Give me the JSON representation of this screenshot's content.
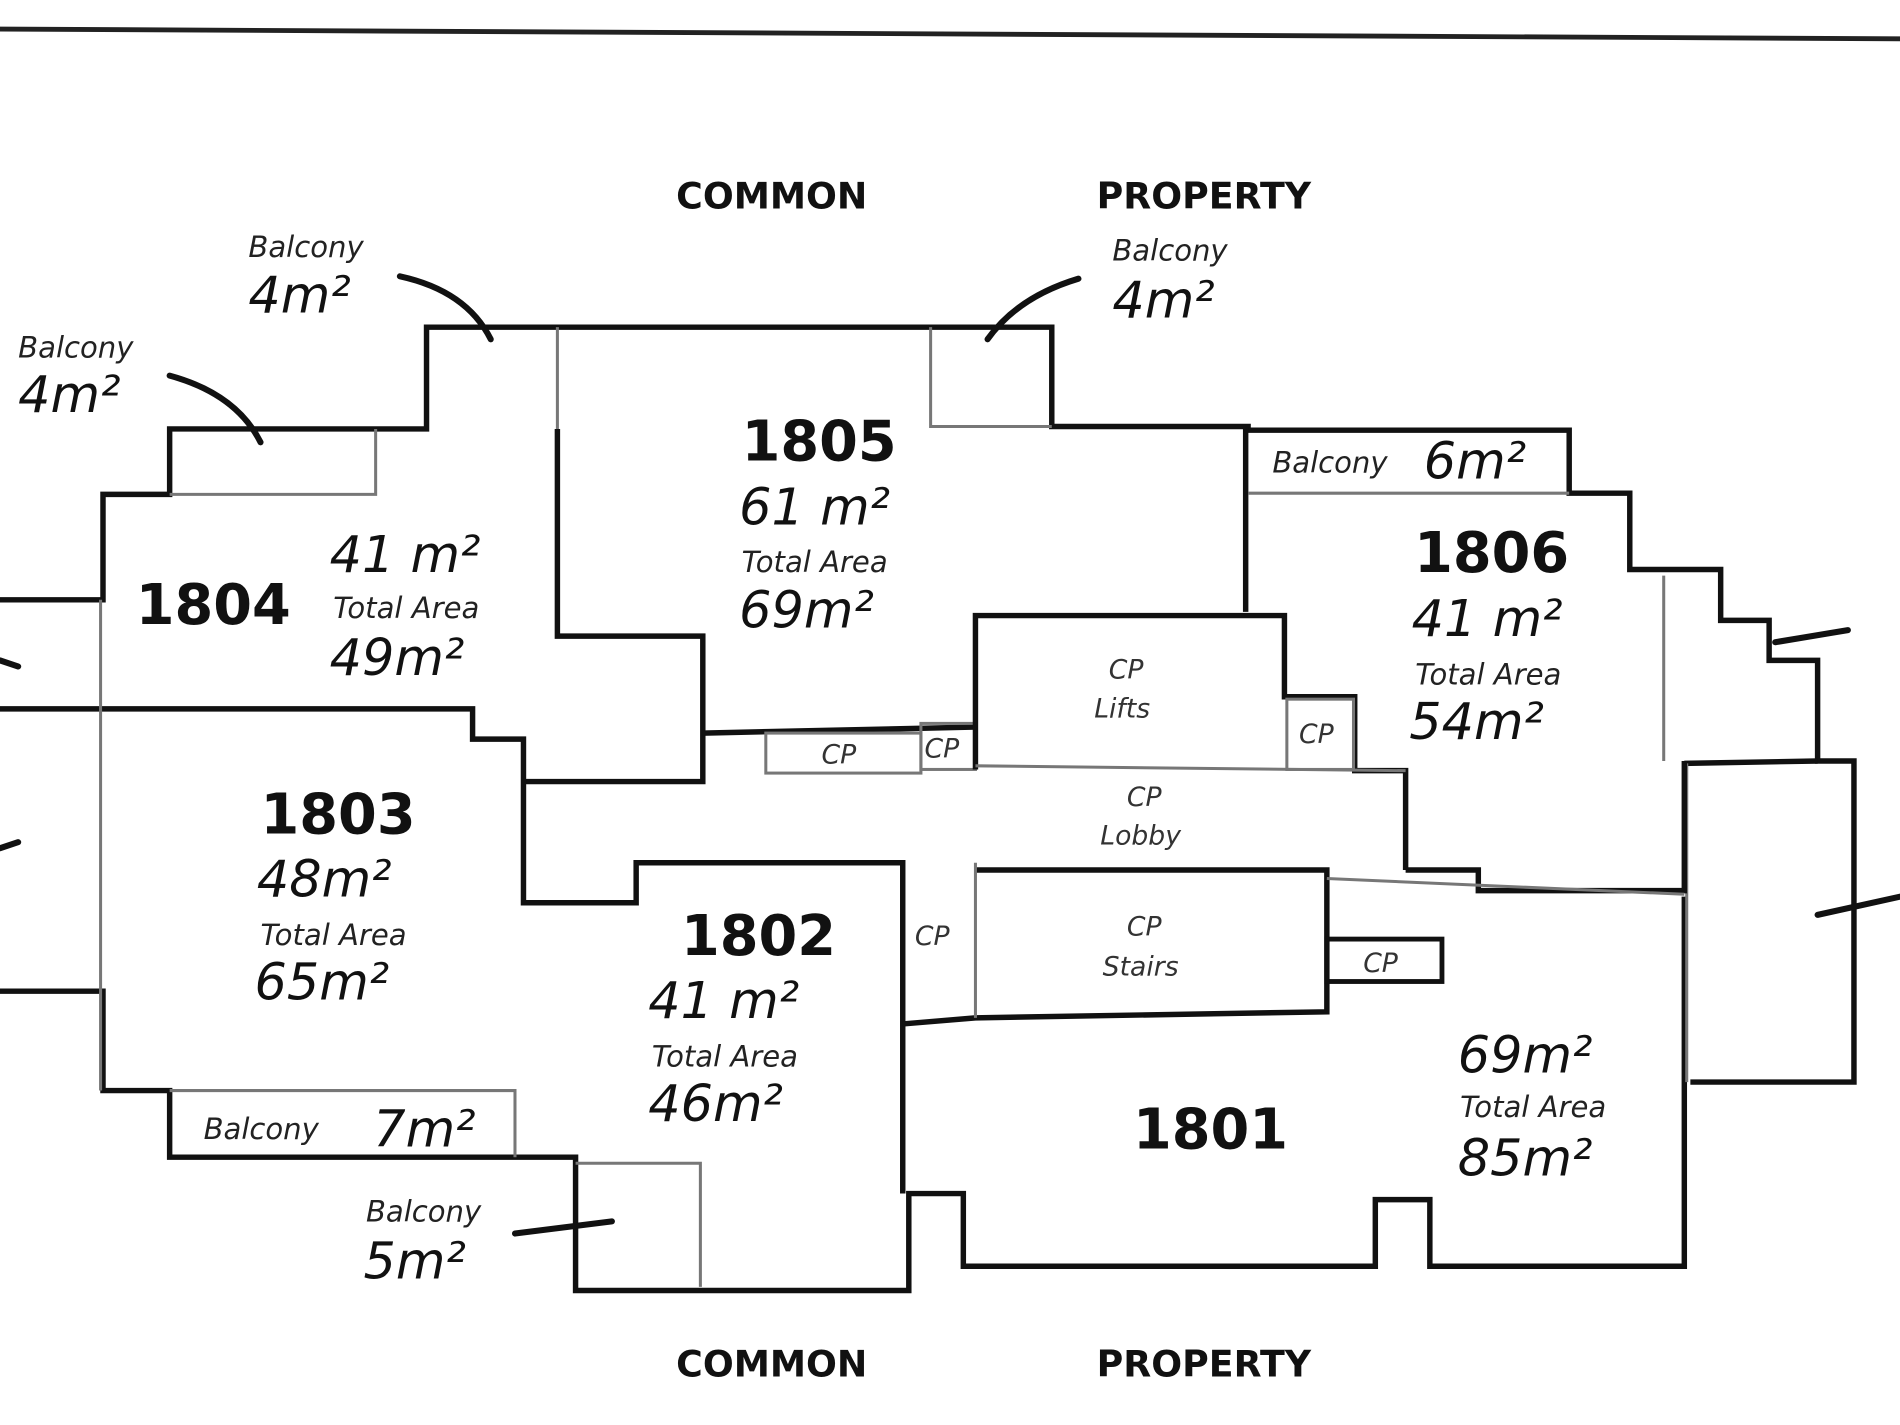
{
  "labels": {
    "top_common": "COMMON",
    "top_property": "PROPERTY",
    "bottom_common": "COMMON",
    "bottom_property": "PROPERTY"
  },
  "units": [
    {
      "number": "1801",
      "area": "69m²",
      "total_label": "Total Area",
      "total": "85m²"
    },
    {
      "number": "1802",
      "area": "41 m²",
      "total_label": "Total Area",
      "total": "46m²"
    },
    {
      "number": "1803",
      "area": "48m²",
      "total_label": "Total Area",
      "total": "65m²"
    },
    {
      "number": "1804",
      "area": "41 m²",
      "total_label": "Total Area",
      "total": "49m²"
    },
    {
      "number": "1805",
      "area": "61 m²",
      "total_label": "Total Area",
      "total": "69m²"
    },
    {
      "number": "1806",
      "area": "41 m²",
      "total_label": "Total Area",
      "total": "54m²"
    }
  ],
  "balconies": [
    {
      "label": "Balcony",
      "area": "4m²"
    },
    {
      "label": "Balcony",
      "area": "4m²"
    },
    {
      "label": "Balcony",
      "area": "4m²"
    },
    {
      "label": "Balcony",
      "area": "6m²"
    },
    {
      "label": "Balcony",
      "area": "7m²"
    },
    {
      "label": "Balcony",
      "area": "5m²"
    }
  ],
  "common_property": {
    "cp": "CP",
    "lifts": "Lifts",
    "lobby": "Lobby",
    "stairs": "Stairs"
  }
}
